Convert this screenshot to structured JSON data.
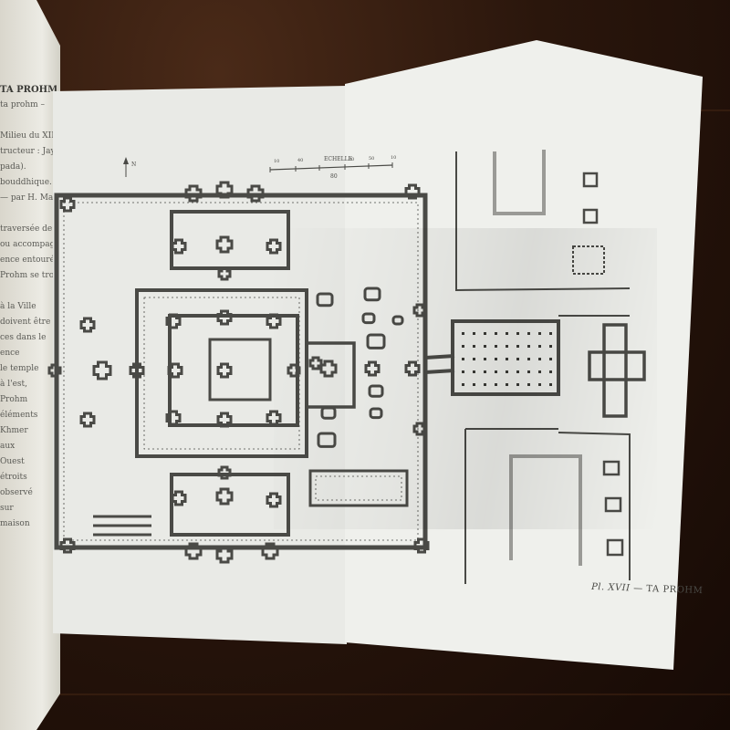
{
  "book": {
    "left_page_heading": "TA PROHM",
    "left_page_lines": [
      "ta  prohm   –",
      "",
      "Milieu du  XIIe",
      "tructeur : Jayav",
      "pada).",
      "bouddhique.",
      "— par H. Marcha",
      "",
      "traversée de ",
      "ou accompagné",
      "ence entouré",
      "Prohm se trouve",
      "",
      "à la Ville",
      "doivent être",
      "ces dans le",
      "ence",
      "le temple",
      "à l'est,",
      "Prohm",
      "éléments",
      "Khmer",
      "aux",
      "Ouest",
      "étroits",
      "observé",
      "sur",
      "maison"
    ]
  },
  "plan": {
    "scale_label": "ECHELLE",
    "scale_ticks": [
      "10",
      "40",
      "30",
      "50",
      "10"
    ],
    "scale_center": "80",
    "north_marker": "N"
  },
  "caption": {
    "plate": "Pl. XVII",
    "title": "— TA PROHM"
  },
  "colors": {
    "wall": "#4a4a46",
    "paper": "#eff0ec",
    "ink_light": "#8a8a86",
    "table": "#2a160c"
  }
}
